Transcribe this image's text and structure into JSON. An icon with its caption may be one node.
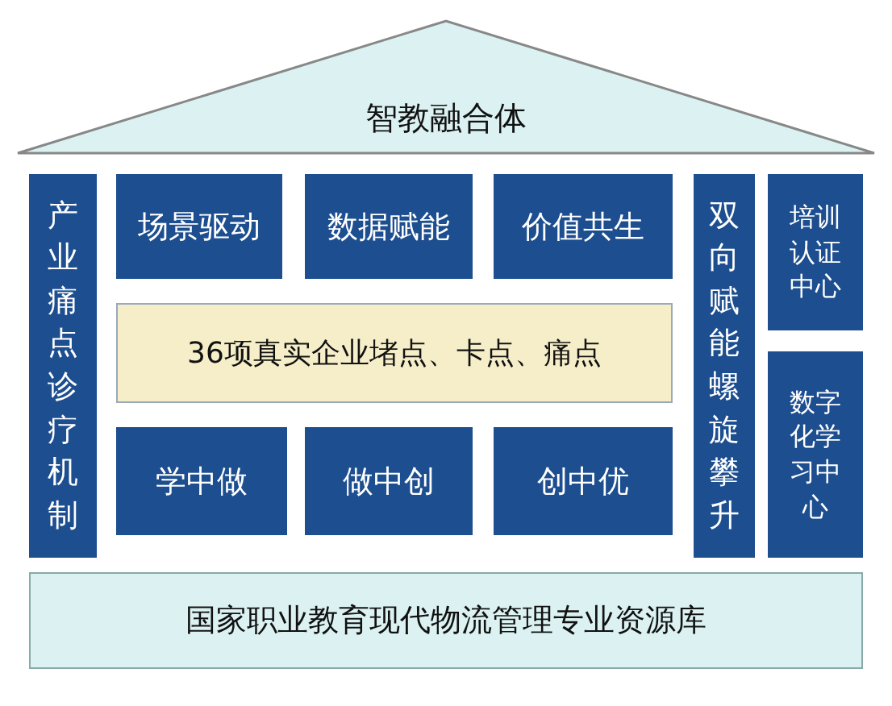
{
  "diagram": {
    "nodes": [
      {
        "text": [
          "智教融合体"
        ]
      },
      {
        "text": [
          "产业痛点诊疗机制"
        ]
      },
      {
        "text": [
          "场景驱动"
        ]
      },
      {
        "text": [
          "数据赋能"
        ]
      },
      {
        "text": [
          "价值共生"
        ]
      },
      {
        "text": [
          "36项真实企业堵点、卡点、痛点"
        ]
      },
      {
        "text": [
          "学中做"
        ]
      },
      {
        "text": [
          "做中创"
        ]
      },
      {
        "text": [
          "创中优"
        ]
      },
      {
        "text": [
          "双向赋能螺旋攀升"
        ]
      },
      {
        "text": [
          "培训认证中心"
        ]
      },
      {
        "text": [
          "数字化学习中心"
        ]
      },
      {
        "text": [
          "国家职业教育现代物流管理专业资源库"
        ]
      }
    ]
  }
}
